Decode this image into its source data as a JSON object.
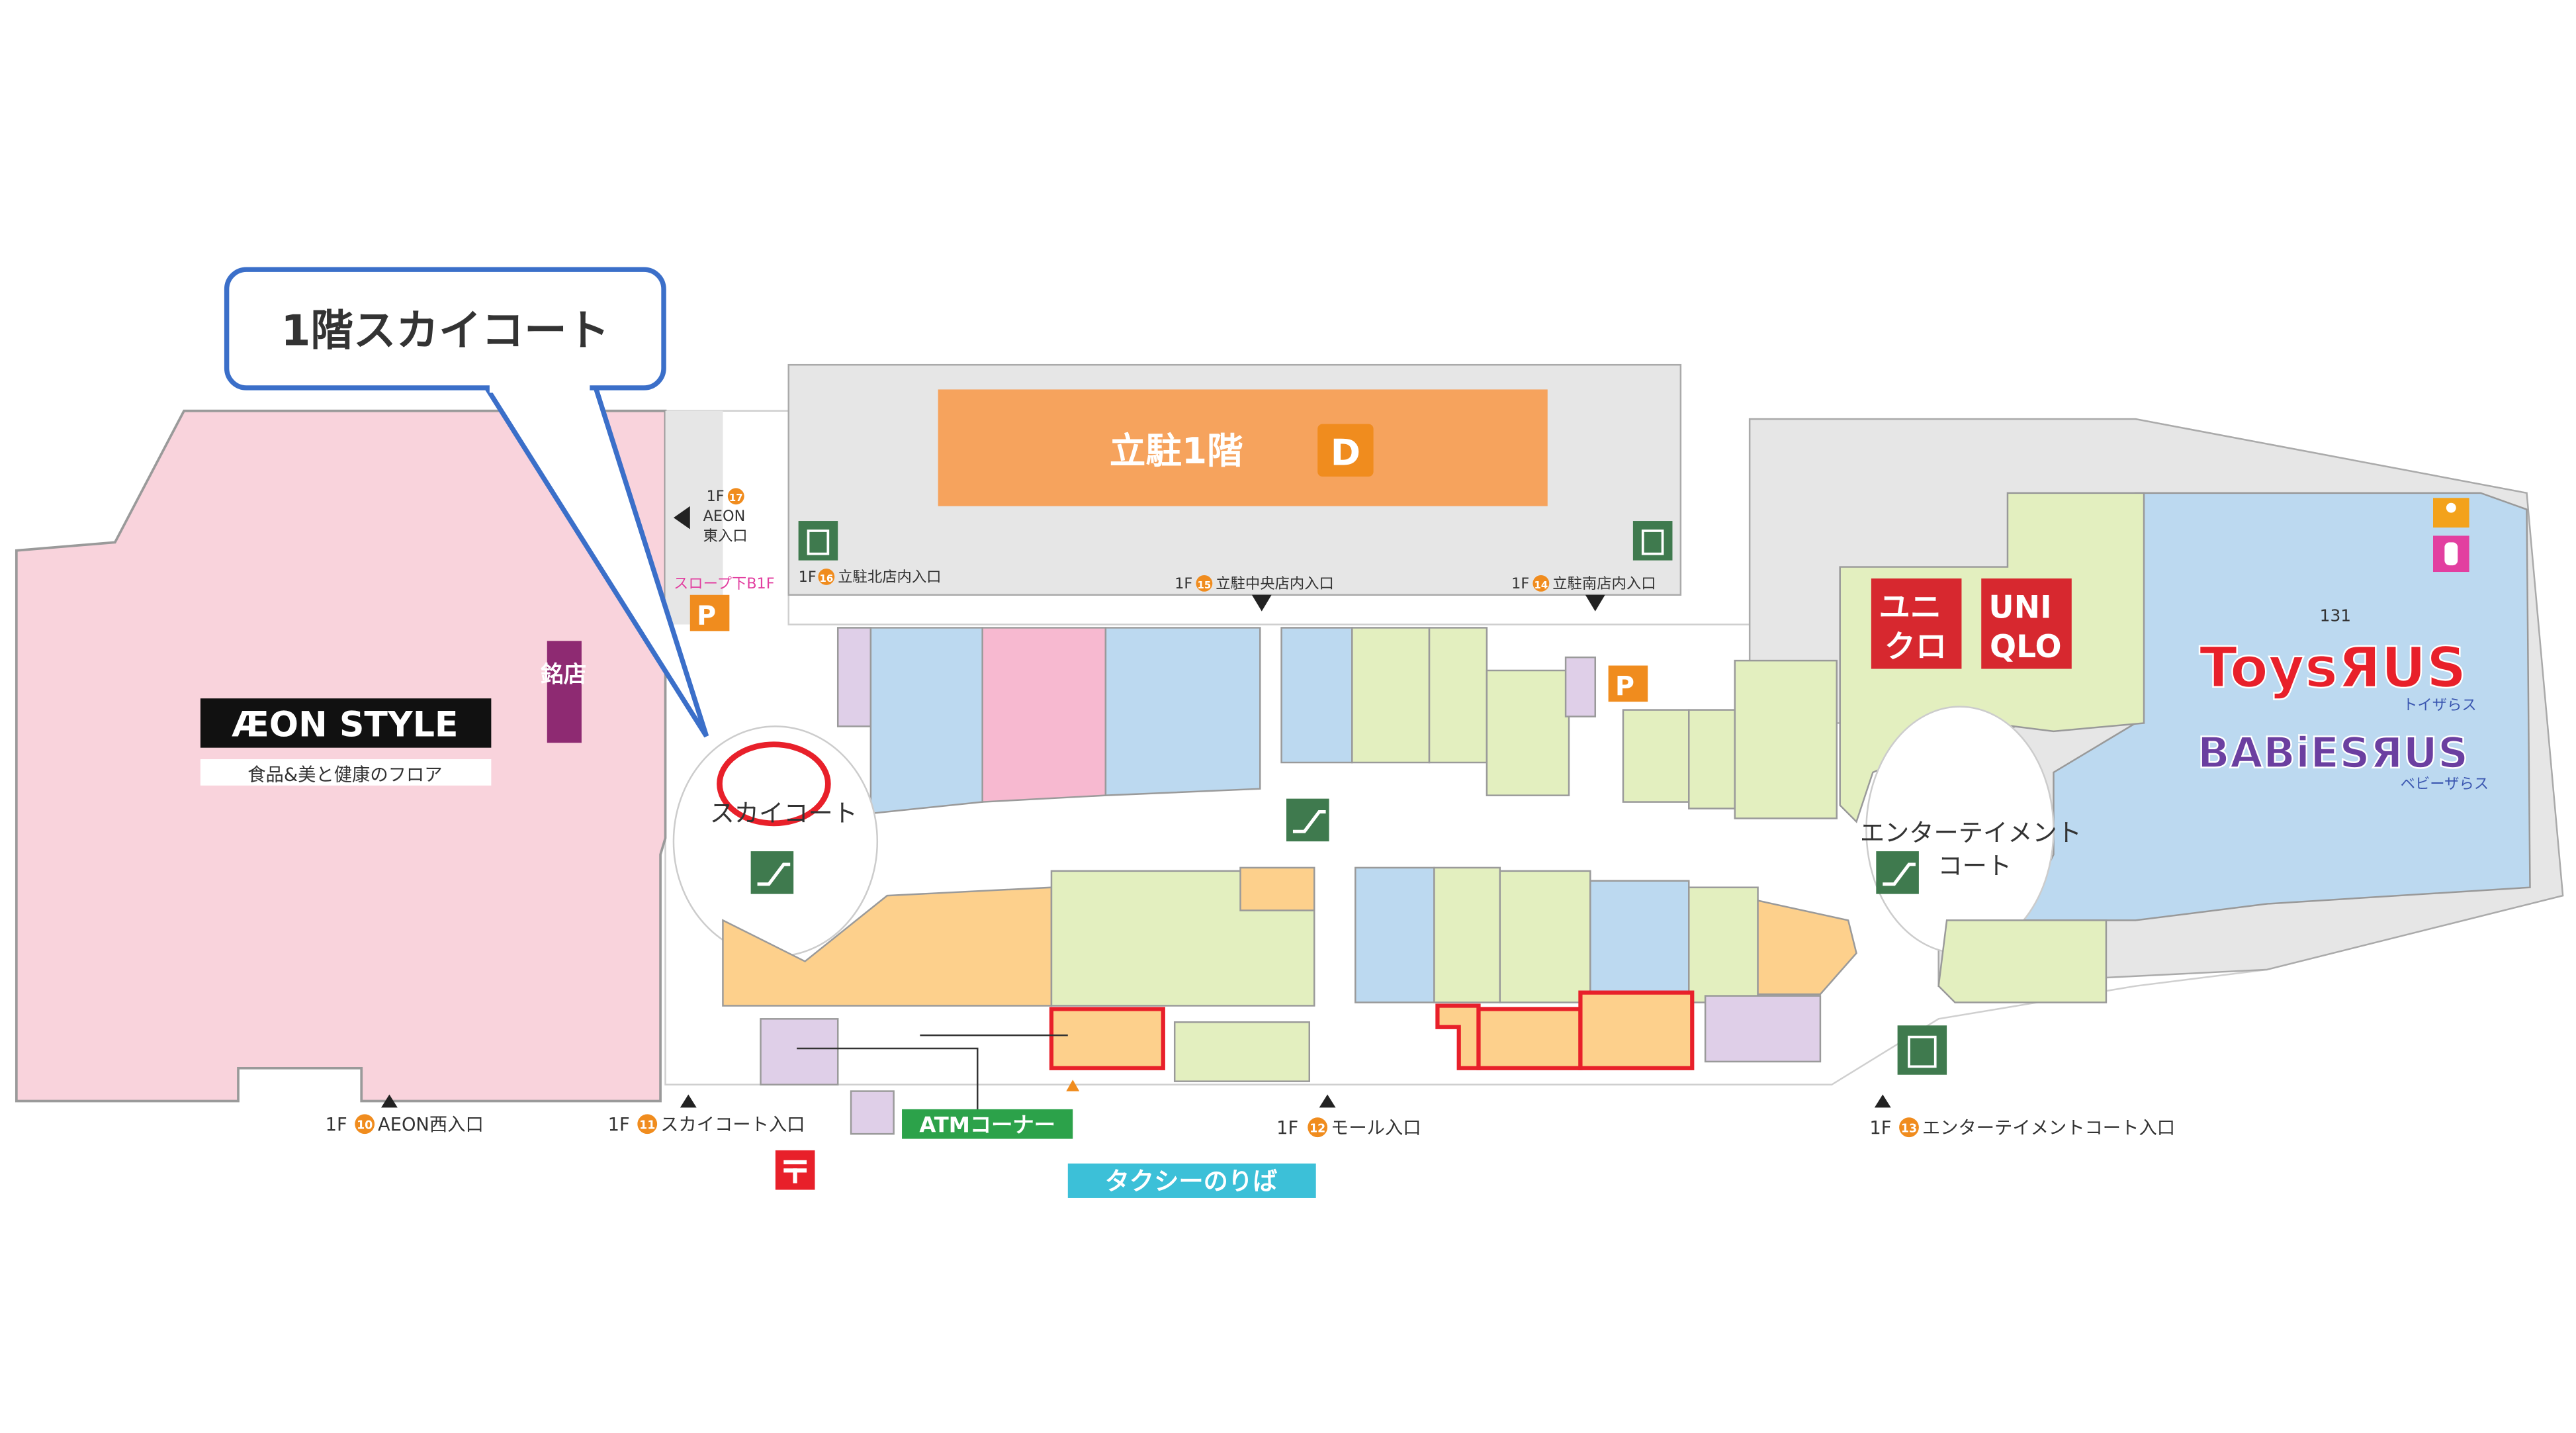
{
  "callout": {
    "text": "1階スカイコート"
  },
  "parking_building": {
    "title": "立駐1階",
    "badge": "D"
  },
  "anchors": {
    "aeon": {
      "logo": "ÆON STYLE",
      "subtitle": "食品&美と健康のフロア"
    },
    "meiten": "銘店",
    "uniqlo_jp": [
      "ユニ",
      "クロ"
    ],
    "uniqlo_en": [
      "UNI",
      "QLO"
    ],
    "toys": {
      "number": "131",
      "toys_logo": "ToysЯUS",
      "toys_kana": "トイザらス",
      "babies_logo": "BABiESЯUS",
      "babies_kana": "ベビーザらス"
    }
  },
  "courts": {
    "sky": "スカイコート",
    "entertainment": [
      "エンターテイメント",
      "コート"
    ]
  },
  "entrances": [
    {
      "floor": "1F",
      "num": "17",
      "label": [
        "AEON",
        "東入口"
      ]
    },
    {
      "floor": "1F",
      "num": "16",
      "label": [
        "立駐北店内入口"
      ]
    },
    {
      "floor": "1F",
      "num": "15",
      "label": [
        "立駐中央店内入口"
      ]
    },
    {
      "floor": "1F",
      "num": "14",
      "label": [
        "立駐南店内入口"
      ]
    },
    {
      "floor": "1F",
      "num": "10",
      "label": [
        "AEON西入口"
      ]
    },
    {
      "floor": "1F",
      "num": "11",
      "label": [
        "スカイコート入口"
      ]
    },
    {
      "floor": "1F",
      "num": "12",
      "label": [
        "モール入口"
      ]
    },
    {
      "floor": "1F",
      "num": "13",
      "label": [
        "エンターテイメントコート入口"
      ]
    }
  ],
  "slope_note": "スロープ下B1F",
  "facilities": {
    "atm": "ATMコーナー",
    "taxi": "タクシーのりば",
    "parking": "P"
  },
  "icons": [
    "elevator-icon",
    "escalator-icon",
    "post-office-icon",
    "parking-icon",
    "wheelchair-icon",
    "baby-bottle-icon",
    "entrance-arrow-icon"
  ],
  "colors": {
    "aeon_pink": "#f9d3dc",
    "blue_store": "#bcd9f0",
    "green_store": "#e3efbf",
    "orange_store": "#fdd08c",
    "pink_store": "#f7b9d0",
    "lavender_store": "#dfcfe8",
    "grey_area": "#e6e6e6",
    "parking_orange": "#f6a35d",
    "callout_border": "#3b6fc9",
    "highlight_red": "#e8202a",
    "icon_green": "#3f7a4e",
    "atm_green": "#2ca24a",
    "taxi_cyan": "#3cc0d8",
    "uniqlo_red": "#d7282f",
    "meiten_purple": "#8e2a72"
  }
}
